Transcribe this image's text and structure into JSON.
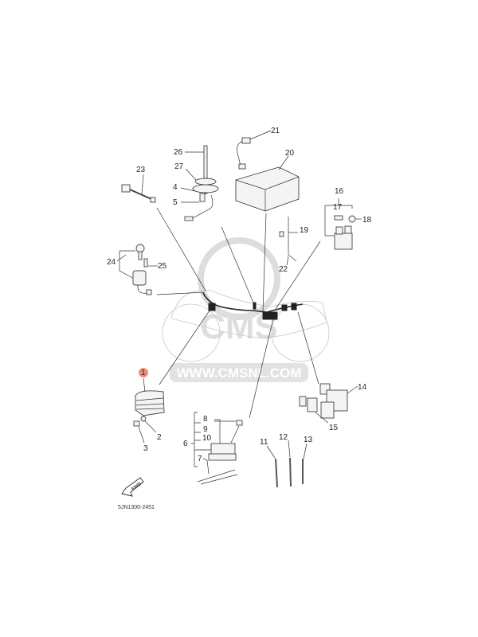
{
  "diagram": {
    "drawing_code": "5JN1300-2451",
    "watermark": "WWW.CMSNL.COM",
    "watermark_logo": "CMS",
    "fwd_label": "FWD",
    "highlight_color": "#f08c7c",
    "callouts": [
      "1",
      "2",
      "3",
      "4",
      "5",
      "6",
      "7",
      "8",
      "9",
      "10",
      "11",
      "12",
      "13",
      "14",
      "15",
      "16",
      "17",
      "18",
      "19",
      "20",
      "21",
      "22",
      "23",
      "24",
      "25",
      "26",
      "27"
    ],
    "highlighted": "1"
  }
}
